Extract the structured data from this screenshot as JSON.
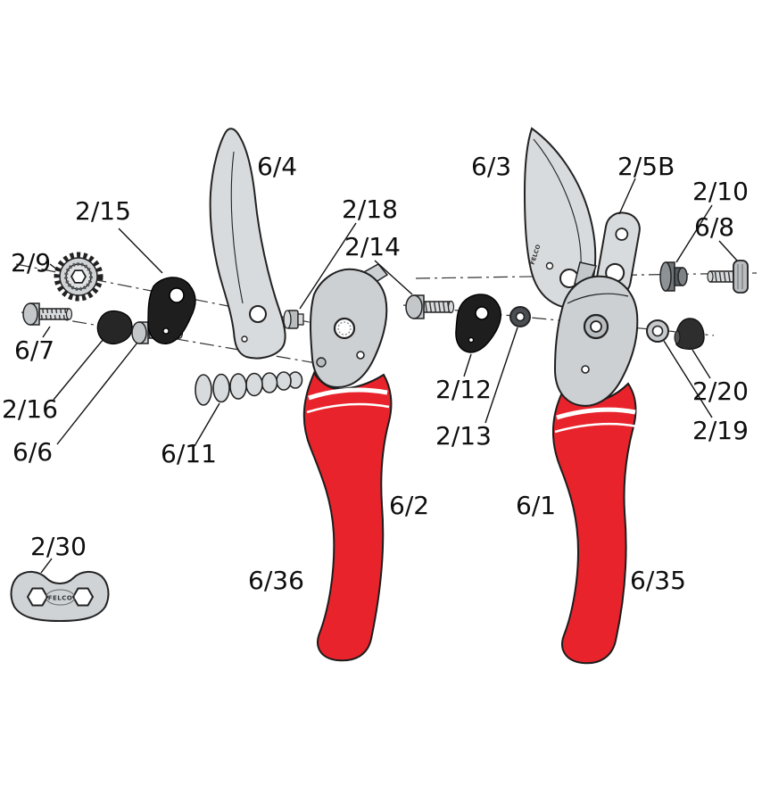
{
  "diagram": {
    "kind": "exploded-parts-diagram",
    "brand_stamp": "FELCO",
    "colors": {
      "handle_red": "#e8232b",
      "metal_gray": "#d8dbdd",
      "dark_part": "#1e1e1e",
      "outline": "#1f1f1f",
      "background": "#ffffff"
    }
  },
  "labels": {
    "p6_4": "6/4",
    "p2_15": "2/15",
    "p2_9": "2/9",
    "p2_18": "2/18",
    "p2_14": "2/14",
    "p6_7": "6/7",
    "p2_16": "2/16",
    "p6_6": "6/6",
    "p6_11": "6/11",
    "p6_2": "6/2",
    "p6_36": "6/36",
    "p2_30": "2/30",
    "p6_3": "6/3",
    "p2_5B": "2/5B",
    "p2_10": "2/10",
    "p6_8": "6/8",
    "p2_12": "2/12",
    "p2_13": "2/13",
    "p6_1": "6/1",
    "p6_35": "6/35",
    "p2_20": "2/20",
    "p2_19": "2/19"
  }
}
